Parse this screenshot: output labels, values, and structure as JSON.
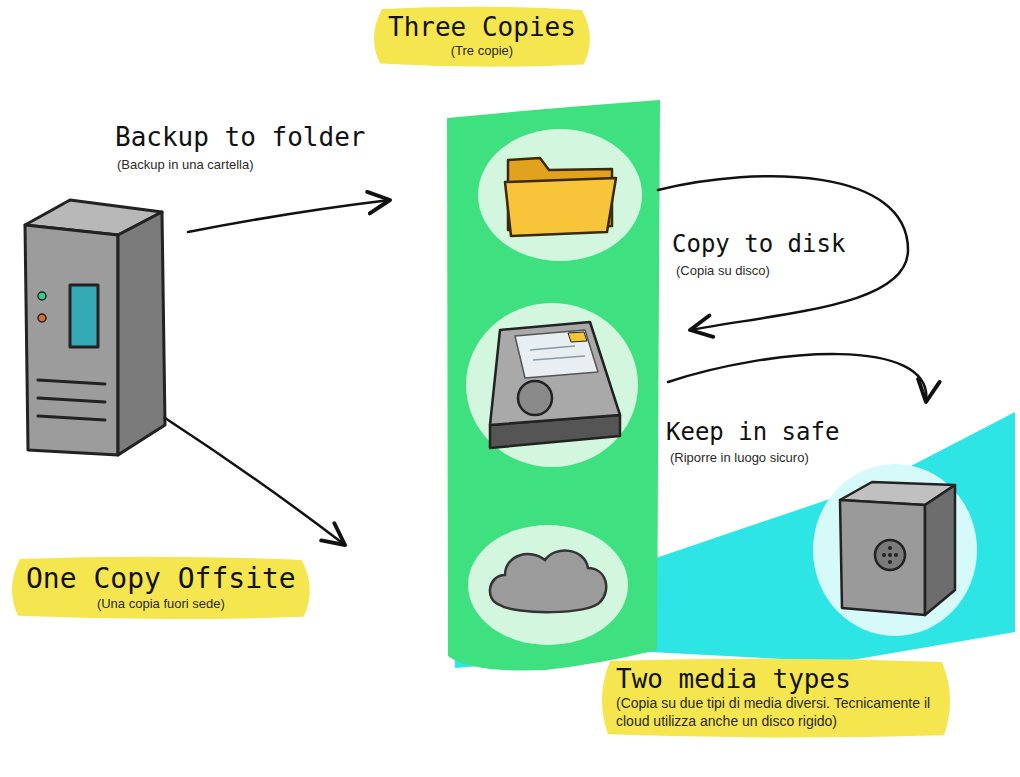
{
  "diagram": {
    "nodes": [
      {
        "text": [
          "Three Copies",
          "(Tre copie)"
        ]
      },
      {
        "text": [
          "One Copy Offsite",
          "(Una copia fuori sede)"
        ]
      },
      {
        "text": [
          "Two media types",
          "(Copia su due tipi di media diversi. Tecnicamente il cloud utilizza anche un disco rigido)"
        ]
      }
    ],
    "labels": [
      "Backup to folder",
      "(Backup in una cartella)",
      "Copy to disk",
      "(Copia su disco)",
      "Keep in safe",
      "(Riporre in luogo sicuro)"
    ]
  }
}
